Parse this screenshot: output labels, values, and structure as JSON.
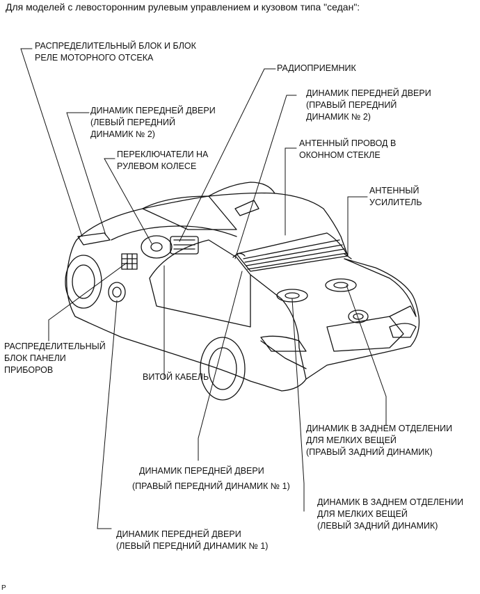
{
  "header": "Для моделей с левосторонним рулевым управлением и кузовом типа \"седан\":",
  "labels": {
    "engine_room_junction_block": [
      "РАСПРЕДЕЛИТЕЛЬНЫЙ БЛОК И БЛОК",
      "РЕЛЕ МОТОРНОГО ОТСЕКА"
    ],
    "radio_receiver": [
      "РАДИОПРИЕМНИК"
    ],
    "front_door_speaker_right_no2": [
      "ДИНАМИК ПЕРЕДНЕЙ ДВЕРИ",
      "(ПРАВЫЙ ПЕРЕДНИЙ",
      "ДИНАМИК № 2)"
    ],
    "front_door_speaker_left_no2": [
      "ДИНАМИК ПЕРЕДНЕЙ ДВЕРИ",
      "(ЛЕВЫЙ ПЕРЕДНИЙ",
      "ДИНАМИК № 2)"
    ],
    "window_glass_antenna_wire": [
      "АНТЕННЫЙ ПРОВОД В",
      "ОКОННОМ СТЕКЛЕ"
    ],
    "steering_pad_switch": [
      "ПЕРЕКЛЮЧАТЕЛИ НА",
      "РУЛЕВОМ КОЛЕСЕ"
    ],
    "antenna_amplifier": [
      "АНТЕННЫЙ",
      "УСИЛИТЕЛЬ"
    ],
    "instrument_panel_junction_block": [
      "РАСПРЕДЕЛИТЕЛЬНЫЙ",
      "БЛОК ПАНЕЛИ",
      "ПРИБОРОВ"
    ],
    "spiral_cable": [
      "ВИТОЙ КАБЕЛЬ"
    ],
    "rear_speaker_right": [
      "ДИНАМИК В ЗАДНЕМ ОТДЕЛЕНИИ",
      "ДЛЯ МЕЛКИХ ВЕЩЕЙ",
      "(ПРАВЫЙ ЗАДНИЙ ДИНАМИК)"
    ],
    "front_door_speaker_right_no1": [
      "ДИНАМИК ПЕРЕДНЕЙ ДВЕРИ",
      "(ПРАВЫЙ ПЕРЕДНИЙ ДИНАМИК № 1)"
    ],
    "rear_speaker_left": [
      "ДИНАМИК В ЗАДНЕМ ОТДЕЛЕНИИ",
      "ДЛЯ МЕЛКИХ ВЕЩЕЙ",
      "(ЛЕВЫЙ ЗАДНИЙ ДИНАМИК)"
    ],
    "front_door_speaker_left_no1": [
      "ДИНАМИК ПЕРЕДНЕЙ ДВЕРИ",
      "(ЛЕВЫЙ ПЕРЕДНИЙ ДИНАМИК № 1)"
    ]
  },
  "footer": "P"
}
